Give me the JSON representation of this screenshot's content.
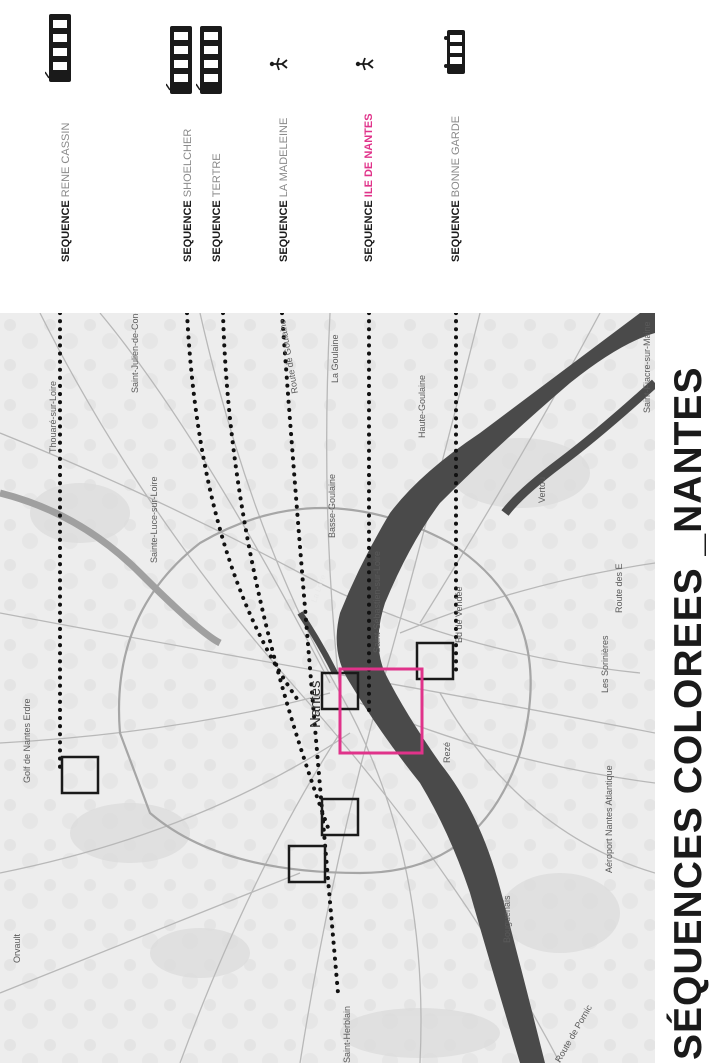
{
  "title": "SÉQUENCES COLOREES _NANTES",
  "legend": [
    {
      "prefix": "SEQUENCE",
      "name": "RENE CASSIN",
      "name_color": "#8a8a8a",
      "icon": "tram-icon"
    },
    {
      "prefix": "SEQUENCE",
      "name": "SHOELCHER",
      "name_color": "#8a8a8a",
      "icon": "tram-icon"
    },
    {
      "prefix": "SEQUENCE",
      "name": "TERTRE",
      "name_color": "#8a8a8a",
      "icon": "tram-icon"
    },
    {
      "prefix": "SEQUENCE",
      "name": "LA MADELEINE",
      "name_color": "#8a8a8a",
      "icon": "pedestrian-icon"
    },
    {
      "prefix": "SEQUENCE",
      "name": "ILE DE NANTES",
      "name_color": "#e0338a",
      "icon": "pedestrian-icon"
    },
    {
      "prefix": "SEQUENCE",
      "name": "BONNE GARDE",
      "name_color": "#8a8a8a",
      "icon": "bus-icon"
    }
  ],
  "map_labels": {
    "city": "Nantes",
    "golf": "Golf de Nantes Erdre",
    "orvault": "Orvault",
    "thouare": "Thouaré-sur-Loire",
    "saint_julien": "Saint-Julien-de-Concelles",
    "sainte_luce": "Sainte-Luce-sur-Loire",
    "basse_goulaine": "Basse-Goulaine",
    "haute_goulaine": "Haute-Goulaine",
    "la_goulaine": "La Goulaine",
    "route_goulaine": "Route de Goulaine",
    "saint_sebastien": "Saint-Sébastien-sur-Loire",
    "la_loire": "La Loire",
    "bd_vendee": "Bd de Vendée",
    "route_des": "Route des E",
    "vertou": "Vertou",
    "les_sorinieres": "Les Sorinières",
    "reze": "Rezé",
    "saint_fiacre": "Saint-Fiacre-sur-Maine",
    "aeroport": "Aéroport Nantes Atlantique",
    "bouguenais": "Bouguenais",
    "saint_herblain": "Saint-Herblain",
    "route_pornic": "Route de Pornic"
  },
  "colors": {
    "river": "#4a4a4a",
    "highlight_box": "#e0338a",
    "sequence_box": "#1a1a1a",
    "map_bg": "#eeeeee"
  }
}
